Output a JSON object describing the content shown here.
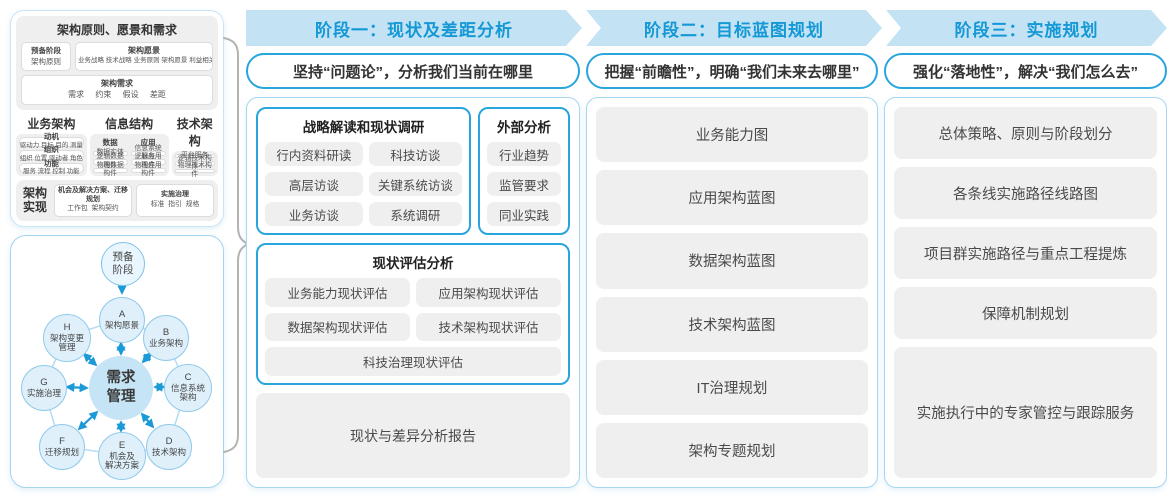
{
  "colors": {
    "accent_blue": "#29A5DE",
    "band_fill": "#C3E3F4",
    "band_text": "#1598D6",
    "container_border": "#A5D7F0",
    "gray_box": "#EFEFEF",
    "text_dark": "#4A4A4A",
    "circle_fill": "#DFF0FB",
    "circle_border": "#90CAEB",
    "center_circle_fill": "#C5E4F6",
    "arrow_blue": "#1B9AD7"
  },
  "architecture_panel": {
    "title": "架构原则、愿景和需求",
    "prep": {
      "line1": "预备阶段",
      "line2": "架构原则"
    },
    "vision": {
      "title": "架构愿景",
      "items": "业务战略 技术战略 业务原则 架构愿景 利益相关者"
    },
    "requirements": {
      "title": "架构需求",
      "items": "需求 约束 假设 差距"
    },
    "business": {
      "header": "业务架构",
      "boxes": [
        {
          "title": "动机",
          "sub": "驱动力 目标 目的 测量"
        },
        {
          "title": "组织",
          "sub": "组织 位置 驱动者 角色"
        },
        {
          "title": "功能",
          "sub": "服务 流程 控制 功能"
        }
      ]
    },
    "information": {
      "header": "信息结构",
      "data_col": {
        "header": "数据",
        "boxes": [
          "数据实体",
          "逻辑数据构件",
          "物理数据构件"
        ]
      },
      "app_col": {
        "header": "应用",
        "boxes": [
          "信息系统服务",
          "逻辑应用构件",
          "物理应用构件"
        ]
      }
    },
    "technology": {
      "header": "技术架构",
      "boxes": [
        "平台服务",
        "逻辑技术构件",
        "物理技术构件"
      ]
    },
    "implementation": {
      "label": "架构实现",
      "boxes": [
        {
          "title": "机会及解决方案、迁移规划",
          "sub": "工作包 架构契约"
        },
        {
          "title": "实施治理",
          "sub": "标准 指引 规格"
        }
      ]
    }
  },
  "cycle_panel": {
    "prep_circle": {
      "line1": "预备",
      "line2": "阶段"
    },
    "center": {
      "line1": "需求",
      "line2": "管理"
    },
    "nodes": [
      {
        "id": "A",
        "label1": "架构愿景",
        "label2": ""
      },
      {
        "id": "B",
        "label1": "业务架构",
        "label2": ""
      },
      {
        "id": "C",
        "label1": "信息系统",
        "label2": "架构"
      },
      {
        "id": "D",
        "label1": "技术架构",
        "label2": ""
      },
      {
        "id": "E",
        "label1": "机会及",
        "label2": "解决方案"
      },
      {
        "id": "F",
        "label1": "迁移规划",
        "label2": ""
      },
      {
        "id": "G",
        "label1": "实施治理",
        "label2": ""
      },
      {
        "id": "H",
        "label1": "架构变更",
        "label2": "管理"
      }
    ]
  },
  "phases": [
    {
      "header": "阶段一：现状及差距分析",
      "subtitle": "坚持“问题论”，分析我们当前在哪里",
      "research": {
        "title": "战略解读和现状调研",
        "items": [
          "行内资料研读",
          "科技访谈",
          "高层访谈",
          "关键系统访谈",
          "业务访谈",
          "系统调研"
        ]
      },
      "external": {
        "title": "外部分析",
        "items": [
          "行业趋势",
          "监管要求",
          "同业实践"
        ]
      },
      "assessment": {
        "title": "现状评估分析",
        "items": [
          "业务能力现状评估",
          "应用架构现状评估",
          "数据架构现状评估",
          "技术架构现状评估"
        ],
        "wide_item": "科技治理现状评估"
      },
      "report": "现状与差异分析报告"
    },
    {
      "header": "阶段二：目标蓝图规划",
      "subtitle": "把握“前瞻性”，明确“我们未来去哪里”",
      "items": [
        "业务能力图",
        "应用架构蓝图",
        "数据架构蓝图",
        "技术架构蓝图",
        "IT治理规划",
        "架构专题规划"
      ]
    },
    {
      "header": "阶段三：实施规划",
      "subtitle": "强化“落地性”，解决“我们怎么去”",
      "items": [
        "总体策略、原则与阶段划分",
        "各条线实施路径线路图",
        "项目群实施路径与重点工程提炼",
        "保障机制规划",
        "实施执行中的专家管控与跟踪服务"
      ]
    }
  ]
}
